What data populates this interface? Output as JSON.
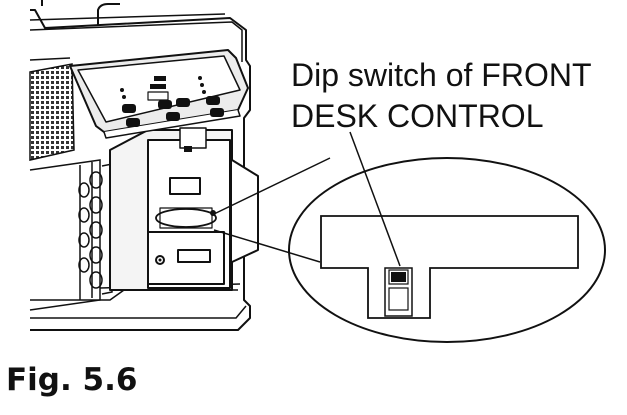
{
  "callout": {
    "line1": "Dip switch of FRONT",
    "line2": "DESK CONTROL"
  },
  "caption": "Fig. 5.6",
  "colors": {
    "ink": "#111111",
    "paper": "#ffffff",
    "panel": "#e9e9e9",
    "grille": "#333333"
  }
}
